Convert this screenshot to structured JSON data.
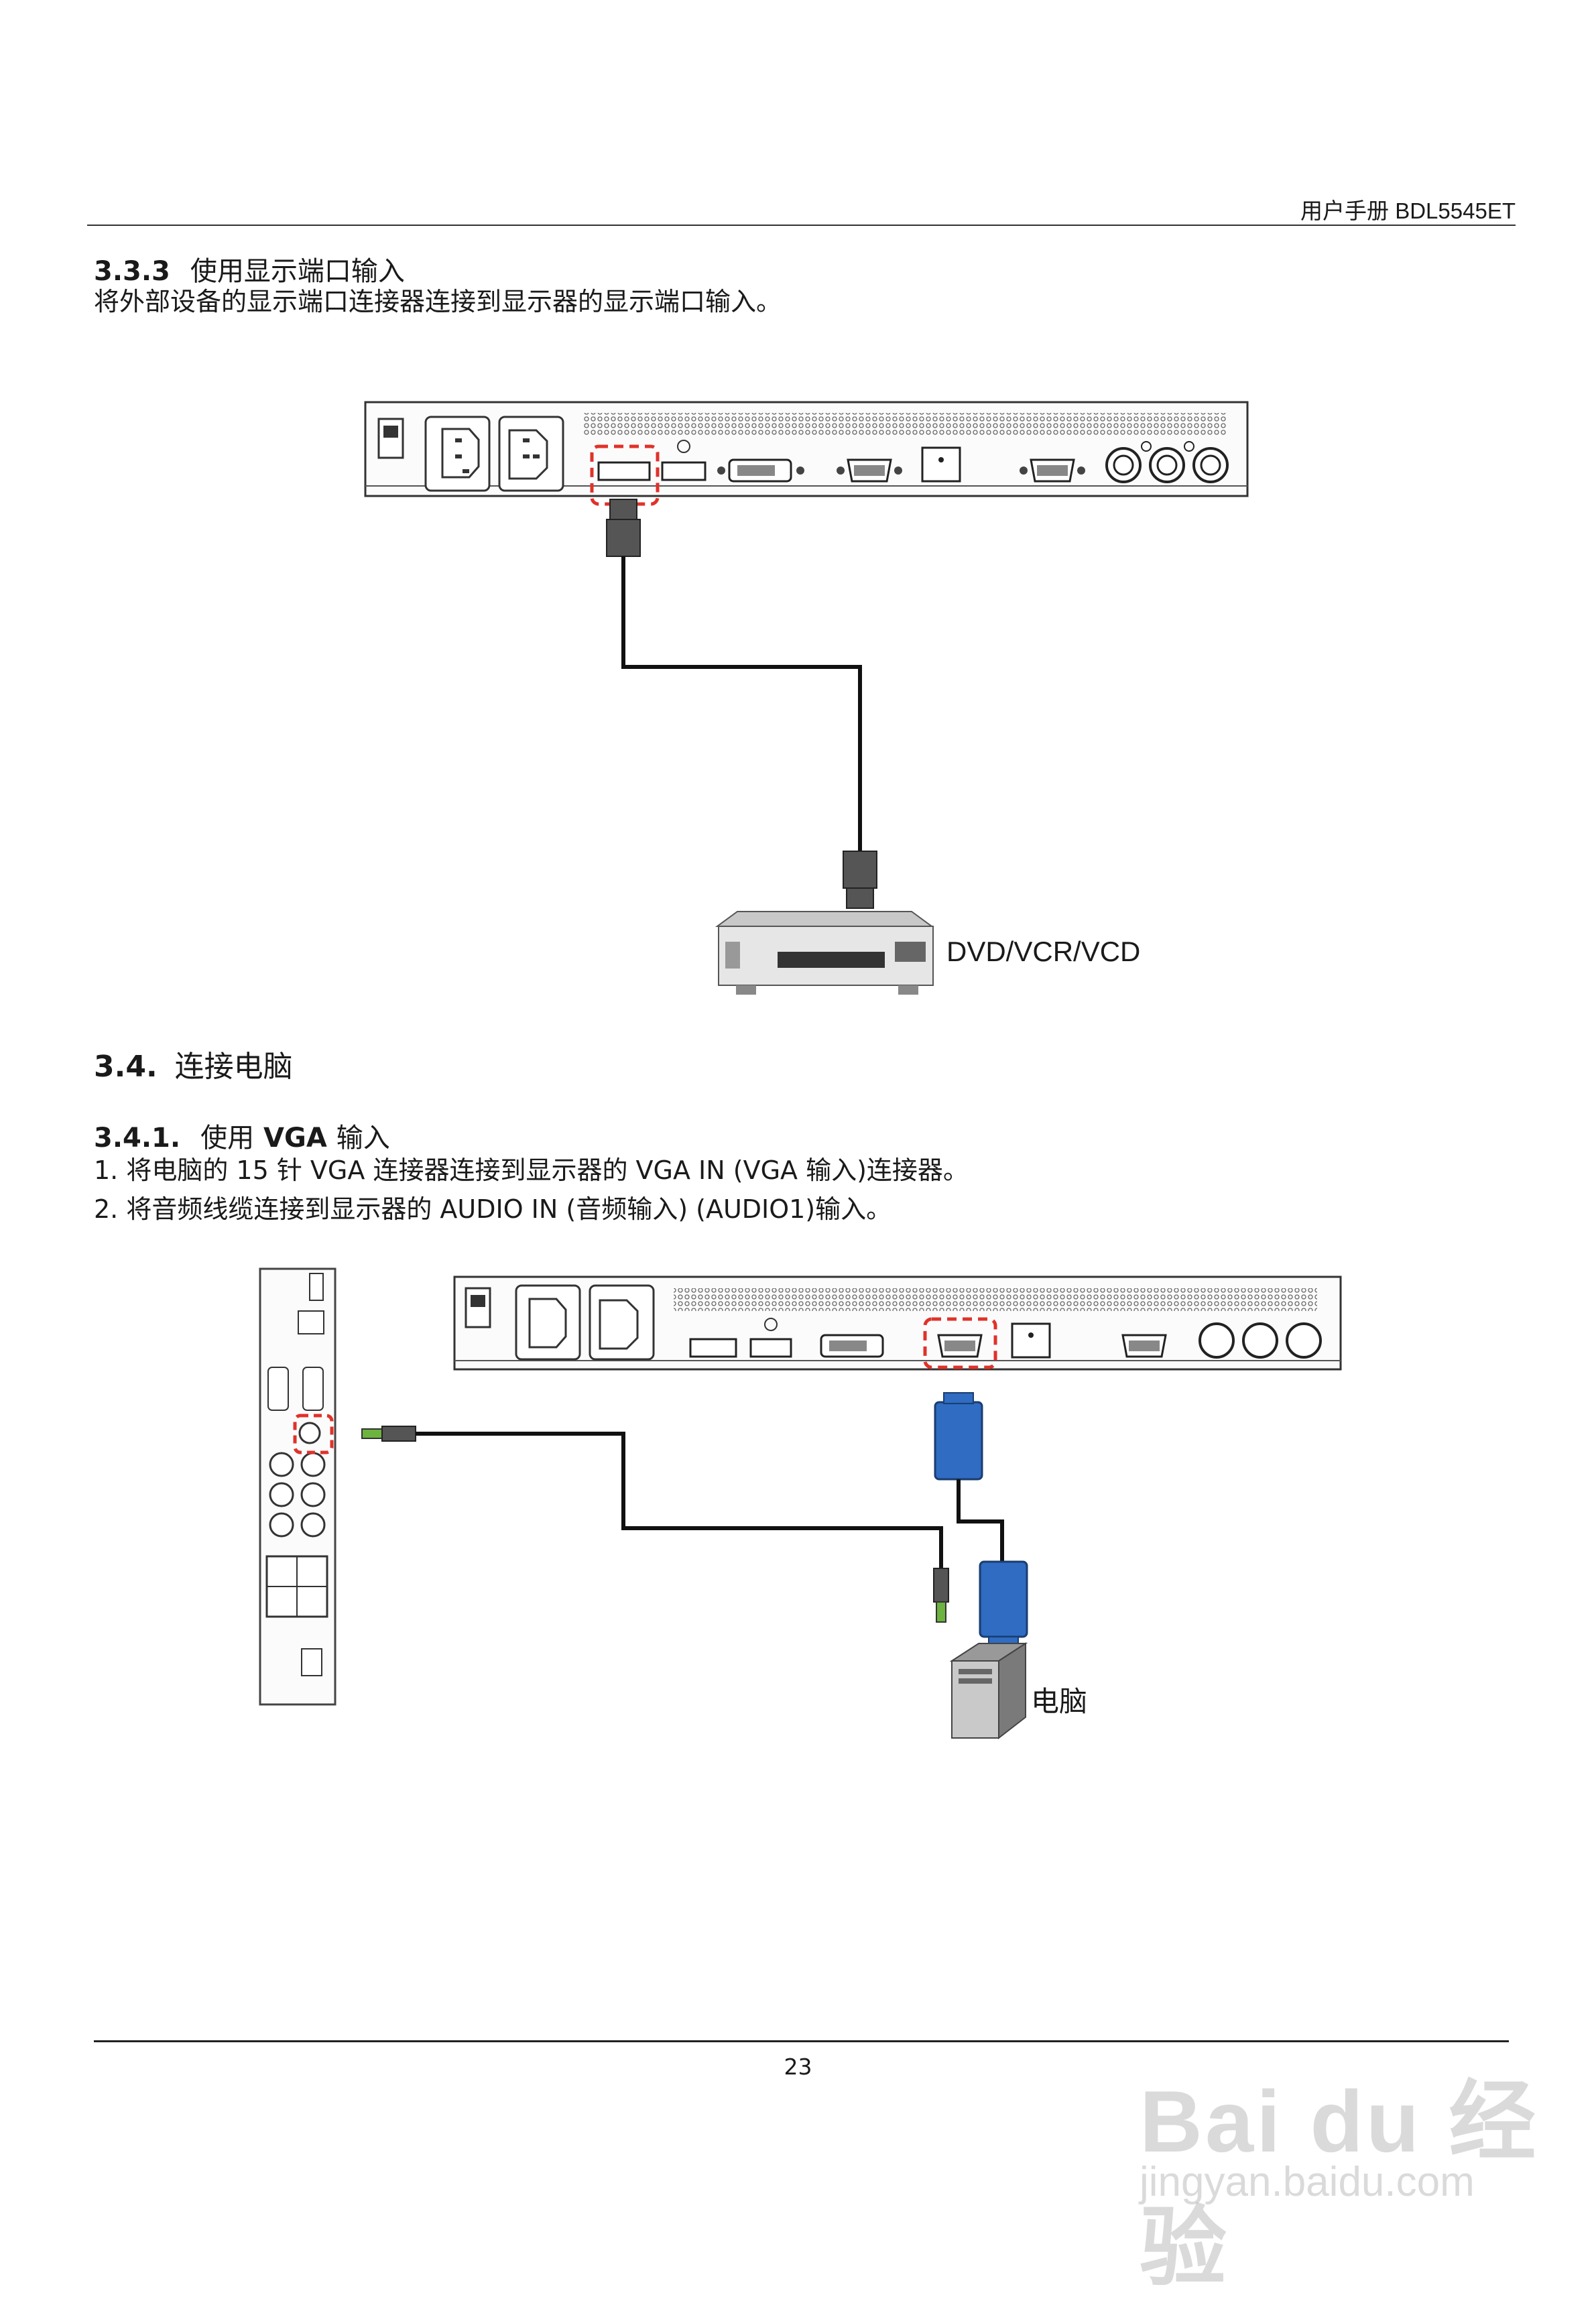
{
  "header": {
    "text": "用户手册  BDL5545ET"
  },
  "section_333": {
    "number": "3.3.3",
    "title": "使用显示端口输入",
    "body": "将外部设备的显示端口连接器连接到显示器的显示端口输入。"
  },
  "figure1": {
    "device_label": "DVD/VCR/VCD"
  },
  "section_34": {
    "number": "3.4.",
    "title": "连接电脑"
  },
  "section_341": {
    "number": "3.4.1.",
    "title_prefix": "使用",
    "title_bold": "VGA",
    "title_suffix": "输入",
    "steps": [
      "1.  将电脑的 15 针 VGA 连接器连接到显示器的 VGA IN (VGA 输入)连接器。",
      "2.  将音频线缆连接到显示器的 AUDIO IN (音频输入) (AUDIO1)输入。"
    ]
  },
  "figure2": {
    "device_label": "电脑"
  },
  "footer": {
    "page_number": "23"
  },
  "watermark": {
    "logo_text": "Bai du 经验",
    "url_text": "jingyan.baidu.com"
  },
  "colors": {
    "highlight": "#e0322a",
    "vga_blue": "#2f6cc2",
    "audio_green": "#6cb33f"
  }
}
